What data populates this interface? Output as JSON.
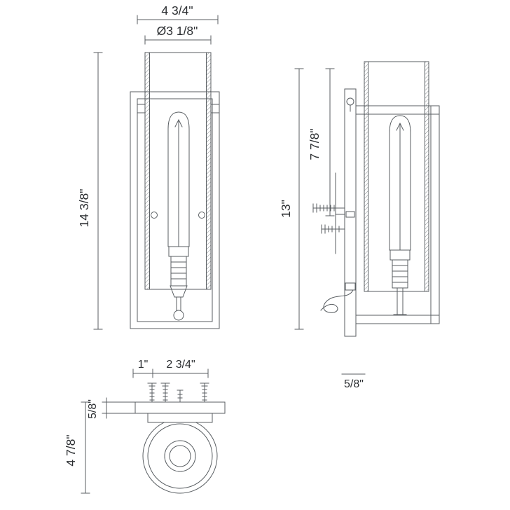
{
  "drawing": {
    "front": {
      "width": "4 3/4\"",
      "diameter": "Ø3 1/8\"",
      "height": "14 3/8\""
    },
    "side": {
      "height": "13\"",
      "mount_height": "7 7/8\"",
      "plate_depth": "5/8\""
    },
    "bottom": {
      "spacing_small": "1\"",
      "spacing_large": "2 3/4\"",
      "plate_thickness": "5/8\"",
      "overall_depth": "4 7/8\""
    }
  }
}
